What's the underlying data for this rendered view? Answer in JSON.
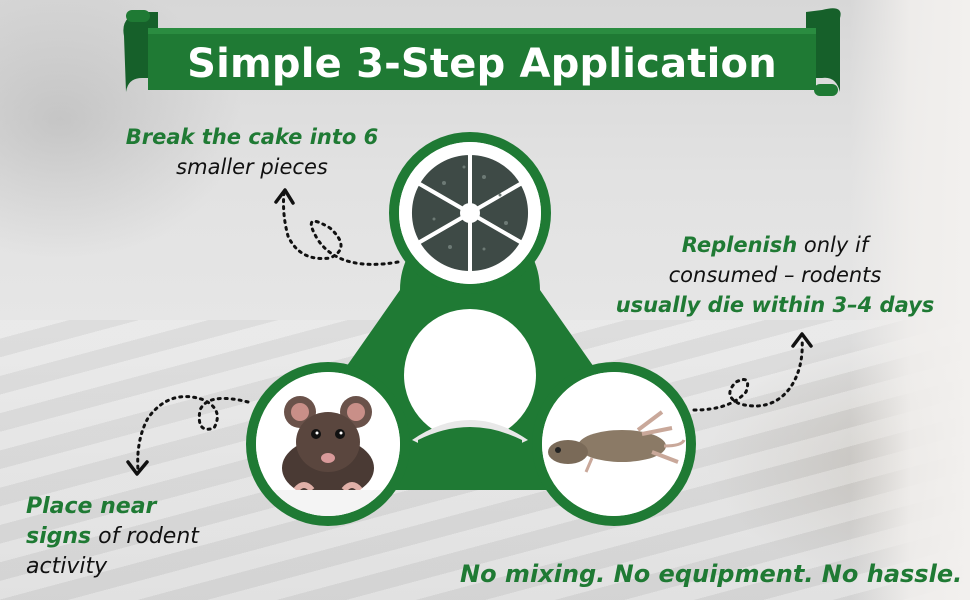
{
  "banner": {
    "title": "Simple 3-Step Application",
    "color": "#1f7a34"
  },
  "steps": {
    "break": {
      "highlight": "Break the cake into 6",
      "rest": "smaller pieces",
      "image": "bait-cake-pieces"
    },
    "place": {
      "highlight_line1": "Place near",
      "highlight_line2": "signs",
      "rest_line2": " of rodent",
      "rest_line3": "activity",
      "image": "rat-peeking"
    },
    "replenish": {
      "highlight": "Replenish",
      "rest_line1": " only if",
      "line2": "consumed – rodents",
      "highlight_line3": "usually die within 3–4 days",
      "image": "dead-rodent"
    }
  },
  "footer": {
    "tagline": "No mixing. No equipment. No hassle."
  },
  "colors": {
    "accent": "#1f7a34",
    "accent_dark": "#16602a"
  }
}
